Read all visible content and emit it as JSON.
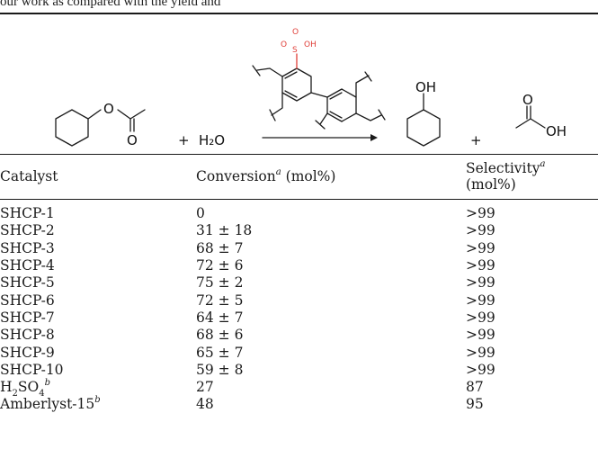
{
  "header_fragment": "our work as compared with the yield and",
  "scheme": {
    "water_label": "H₂O",
    "plus": "+",
    "oh_label": "OH",
    "sulfonic_o1": "O",
    "sulfonic_s": "S",
    "sulfonic_oh": "OH",
    "sulfonic_o2": "O",
    "ester_o1": "O",
    "ester_o2": "O",
    "acid_o": "O",
    "acid_oh": "OH"
  },
  "table": {
    "headers": {
      "catalyst": "Catalyst",
      "conversion": "Conversion",
      "conversion_sup": "a",
      "conversion_unit": " (mol%)",
      "selectivity": "Selectivity",
      "selectivity_sup": "a",
      "selectivity_unit": " (mol%)"
    },
    "rows": [
      {
        "catalyst": "SHCP-1",
        "conversion": "0",
        "selectivity": ">99"
      },
      {
        "catalyst": "SHCP-2",
        "conversion": "31 ± 18",
        "selectivity": ">99"
      },
      {
        "catalyst": "SHCP-3",
        "conversion": "68 ± 7",
        "selectivity": ">99"
      },
      {
        "catalyst": "SHCP-4",
        "conversion": "72 ± 6",
        "selectivity": ">99"
      },
      {
        "catalyst": "SHCP-5",
        "conversion": "75 ± 2",
        "selectivity": ">99"
      },
      {
        "catalyst": "SHCP-6",
        "conversion": "72 ± 5",
        "selectivity": ">99"
      },
      {
        "catalyst": "SHCP-7",
        "conversion": "64 ± 7",
        "selectivity": ">99"
      },
      {
        "catalyst": "SHCP-8",
        "conversion": "68 ± 6",
        "selectivity": ">99"
      },
      {
        "catalyst": "SHCP-9",
        "conversion": "65 ± 7",
        "selectivity": ">99"
      },
      {
        "catalyst": "SHCP-10",
        "conversion": "59 ± 8",
        "selectivity": ">99"
      }
    ],
    "h2so4": {
      "name": "H",
      "sub1": "2",
      "mid": "SO",
      "sub2": "4",
      "sup": "b",
      "conversion": "27",
      "selectivity": "87"
    },
    "amberlyst": {
      "name": "Amberlyst-15",
      "sup": "b",
      "conversion": "48",
      "selectivity": "95"
    }
  },
  "colors": {
    "sulfonic": "#e0403a",
    "ink": "#1a1a1a"
  }
}
